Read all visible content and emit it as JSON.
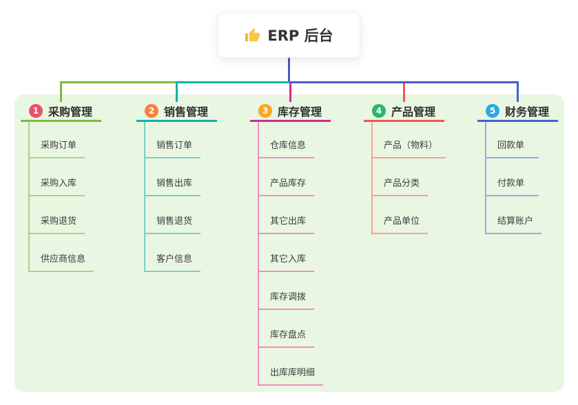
{
  "root": {
    "label": "ERP 后台",
    "icon": "thumbs-up"
  },
  "branches": [
    {
      "badge": "1",
      "title": "采购管理",
      "color": "#7CB93F",
      "light_color": "#ABD383",
      "badge_color": "#EB5168",
      "items": [
        "采购订单",
        "采购入库",
        "采购退货",
        "供应商信息"
      ]
    },
    {
      "badge": "2",
      "title": "销售管理",
      "color": "#13B2A2",
      "light_color": "#7BCFC5",
      "badge_color": "#F8803E",
      "items": [
        "销售订单",
        "销售出库",
        "销售退货",
        "客户信息"
      ]
    },
    {
      "badge": "3",
      "title": "库存管理",
      "color": "#D02B8C",
      "light_color": "#F08CC0",
      "badge_color": "#FCA71B",
      "items": [
        "仓库信息",
        "产品库存",
        "其它出库",
        "其它入库",
        "库存调拨",
        "库存盘点",
        "出库库明细"
      ]
    },
    {
      "badge": "4",
      "title": "产品管理",
      "color": "#F4564F",
      "light_color": "#F9A099",
      "badge_color": "#2DB56C",
      "items": [
        "产品（物料）",
        "产品分类",
        "产品单位"
      ]
    },
    {
      "badge": "5",
      "title": "财务管理",
      "color": "#4461D2",
      "light_color": "#93ABE9",
      "badge_color": "#2BAAE2",
      "items": [
        "回款单",
        "付款单",
        "结算账户"
      ]
    }
  ],
  "connector": {
    "stem_color": "#4A58C5"
  },
  "canvas": {
    "panel_color": "#E9F6E2",
    "background": "#FFFFFF"
  }
}
